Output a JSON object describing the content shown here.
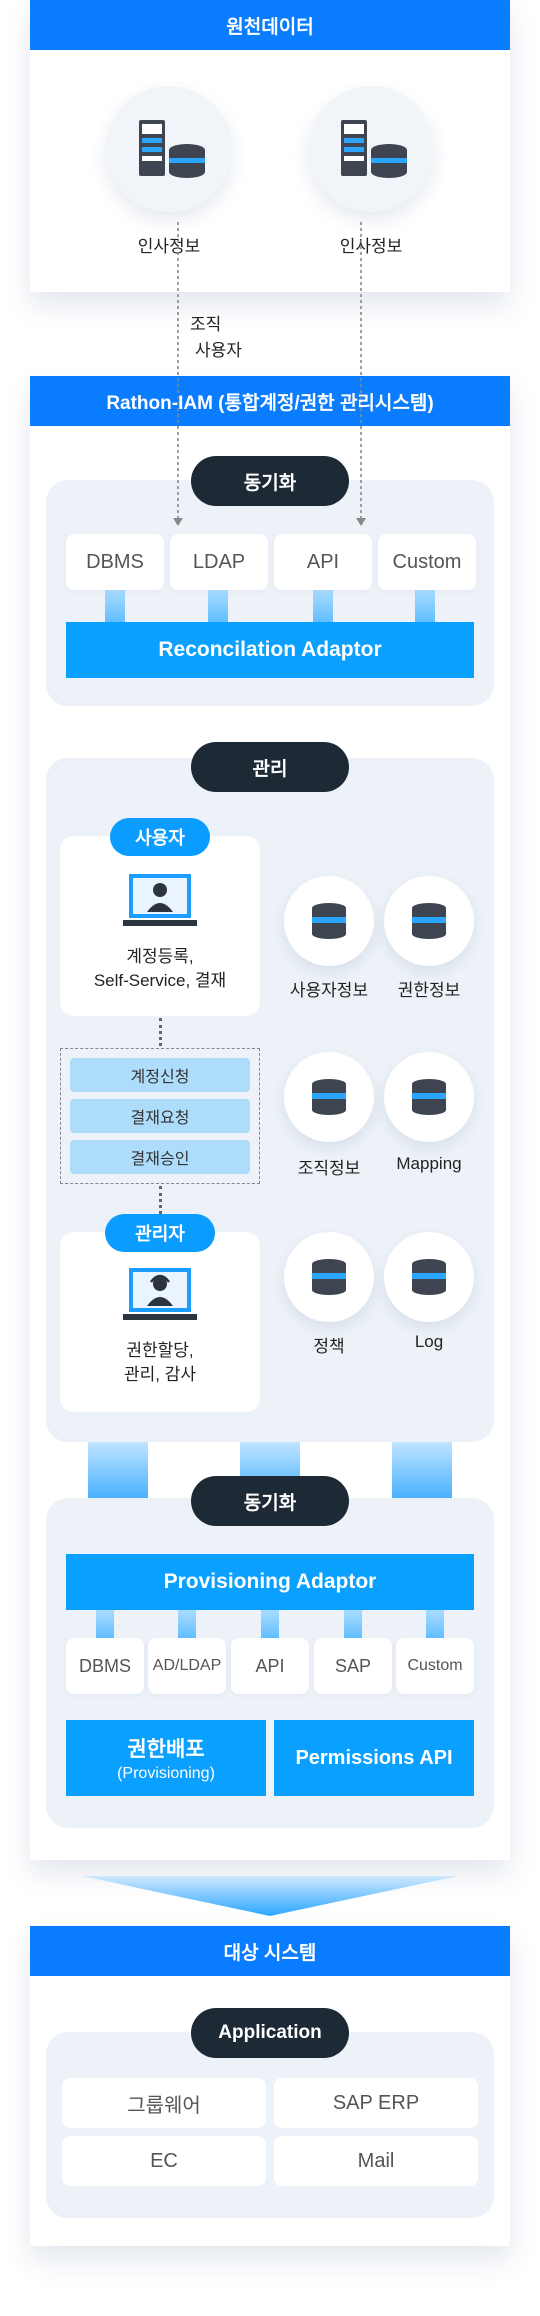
{
  "source": {
    "title": "원천데이터",
    "server_a_label": "인사정보",
    "server_b_label": "인사정보",
    "flow_label_line1": "조직",
    "flow_label_line2": "사용자"
  },
  "iam": {
    "title": "Rathon-IAM (통합계정/권한 관리시스템)"
  },
  "sync_top": {
    "pill": "동기화",
    "sources": [
      "DBMS",
      "LDAP",
      "API",
      "Custom"
    ],
    "adaptor": "Reconcilation Adaptor"
  },
  "management": {
    "pill": "관리",
    "user_tag": "사용자",
    "user_desc_line1": "계정등록,",
    "user_desc_line2": "Self-Service, 결재",
    "steps": [
      "계정신청",
      "결재요청",
      "결재승인"
    ],
    "admin_tag": "관리자",
    "admin_desc_line1": "권한할당,",
    "admin_desc_line2": "관리, 감사",
    "stores": [
      {
        "label": "사용자정보",
        "icon": "database-icon"
      },
      {
        "label": "권한정보",
        "icon": "database-icon"
      },
      {
        "label": "조직정보",
        "icon": "database-icon"
      },
      {
        "label": "Mapping",
        "icon": "database-icon"
      },
      {
        "label": "정책",
        "icon": "database-icon"
      },
      {
        "label": "Log",
        "icon": "database-icon"
      }
    ]
  },
  "sync_bottom": {
    "pill": "동기화",
    "adaptor": "Provisioning Adaptor",
    "targets": [
      "DBMS",
      "AD/LDAP",
      "API",
      "SAP",
      "Custom"
    ],
    "provisioning_title": "권한배포",
    "provisioning_sub": "(Provisioning)",
    "permissions_api": "Permissions API"
  },
  "target": {
    "title": "대상 시스템",
    "pill": "Application",
    "apps": [
      "그룹웨어",
      "SAP ERP",
      "EC",
      "Mail"
    ]
  },
  "colors": {
    "primary_blue": "#0a7cff",
    "accent_blue": "#0aa0ff",
    "light_blue": "#aedcfb",
    "dark_pill": "#1e2936",
    "panel": "#edf2f8"
  }
}
